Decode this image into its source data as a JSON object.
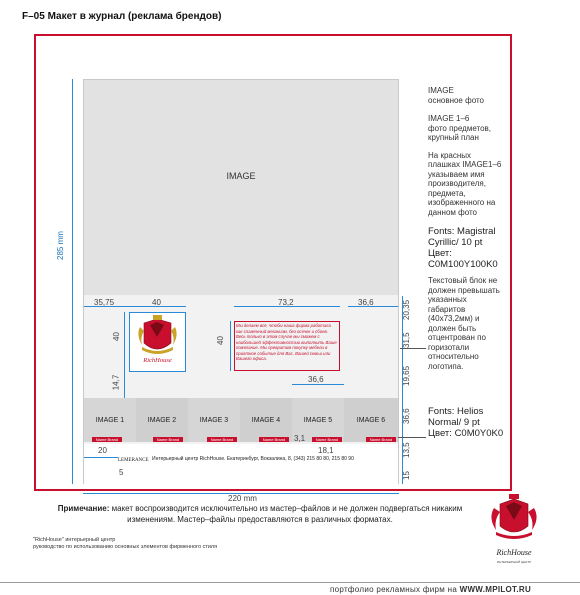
{
  "header": {
    "title": "F–05  Макет в журнал (реклама брендов)"
  },
  "layout": {
    "main_image_label": "IMAGE",
    "thumbnails": [
      "IMAGE 1",
      "IMAGE 2",
      "IMAGE 3",
      "IMAGE 4",
      "IMAGE 5",
      "IMAGE 6"
    ],
    "brand_tag": "Name Brand",
    "body_copy": "Мы делаем всё, чтобы наша фирма работала как слаженный механизм, без осечек и сбоев. Весь только в этом случае мы сможем с наибольшей эффективностью выполнить Ваше пожелание. Мы превратим покупку мебели в приятное событие для Вас. Вашей семьи или Вашего офиса.",
    "footer_logo_text": "LEMERANCE",
    "footer_text": "Интерьерный центр RichHouse. Екатеринбург, Вокзалина, 8, (343) 215 80 80, 215 80 90",
    "logo_wordmark": "RichHouse"
  },
  "dimensions": {
    "total_height": "285 mm",
    "total_width": "220 mm",
    "logo_left": "35,75",
    "logo_width": "40",
    "text_width": "73,2",
    "text_right": "36,6",
    "logo_height": "40",
    "text_height": "40",
    "gap_below_logo": "14,7",
    "top_offset": "20,35",
    "block_height": "31,5",
    "gap_band": "19,65",
    "thumb_height": "36,6",
    "thumb_width": "36,6",
    "brand_height": "13,5",
    "bottom_margin": "15",
    "footer_left": "20",
    "footer_logo_gap": "5",
    "brand_gap": "3,1",
    "brand_width": "18,1"
  },
  "side_notes": {
    "image_title": "IMAGE",
    "image_desc": "основное фото",
    "image16_title": "IMAGE 1–6",
    "image16_desc": [
      "фото предметов,",
      "крупный план"
    ],
    "red_plates": [
      "На красных",
      "плашках IMAGE1–6",
      "указываем имя",
      "производителя,",
      "предмета,",
      "изображенного на",
      "данном фото"
    ],
    "fonts_main": [
      "Fonts: Magistral",
      "Cyrillic/ 10 pt",
      "Цвет:",
      "C0M100Y100K0"
    ],
    "text_block_note": [
      "Текстовый блок не",
      "должен превышать",
      "указанных",
      "габаритов",
      "(40х73,2мм) и",
      "должен быть",
      "отцентрован по",
      "горизотали",
      "относительно",
      "логотипа."
    ],
    "fonts_footer": [
      "Fonts: Helios",
      "Normal/ 9 pt",
      "Цвет: C0M0Y0K0"
    ]
  },
  "note": {
    "label": "Примечание:",
    "text": " макет воспроизводится исключительно из мастер–файлов и не должен подвергаться никаким изменениям. Мастер–файлы предоставляются в различных форматах."
  },
  "credits": [
    "\"RichHouse\" интерьерный центр",
    "руководство по использованию основных элементов фирменного стиля"
  ],
  "brand_logo": {
    "wordmark": "RichHouse",
    "subtitle": "ИНТЕРЬЕРНЫЙ ЦЕНТР"
  },
  "portfolio": {
    "prefix": "портфолио рекламных фирм на ",
    "site": "WWW.MPILOT.RU"
  },
  "colors": {
    "accent_red": "#c8102e",
    "dimension_blue": "#2b8ad6",
    "gold": "#c9a227"
  }
}
